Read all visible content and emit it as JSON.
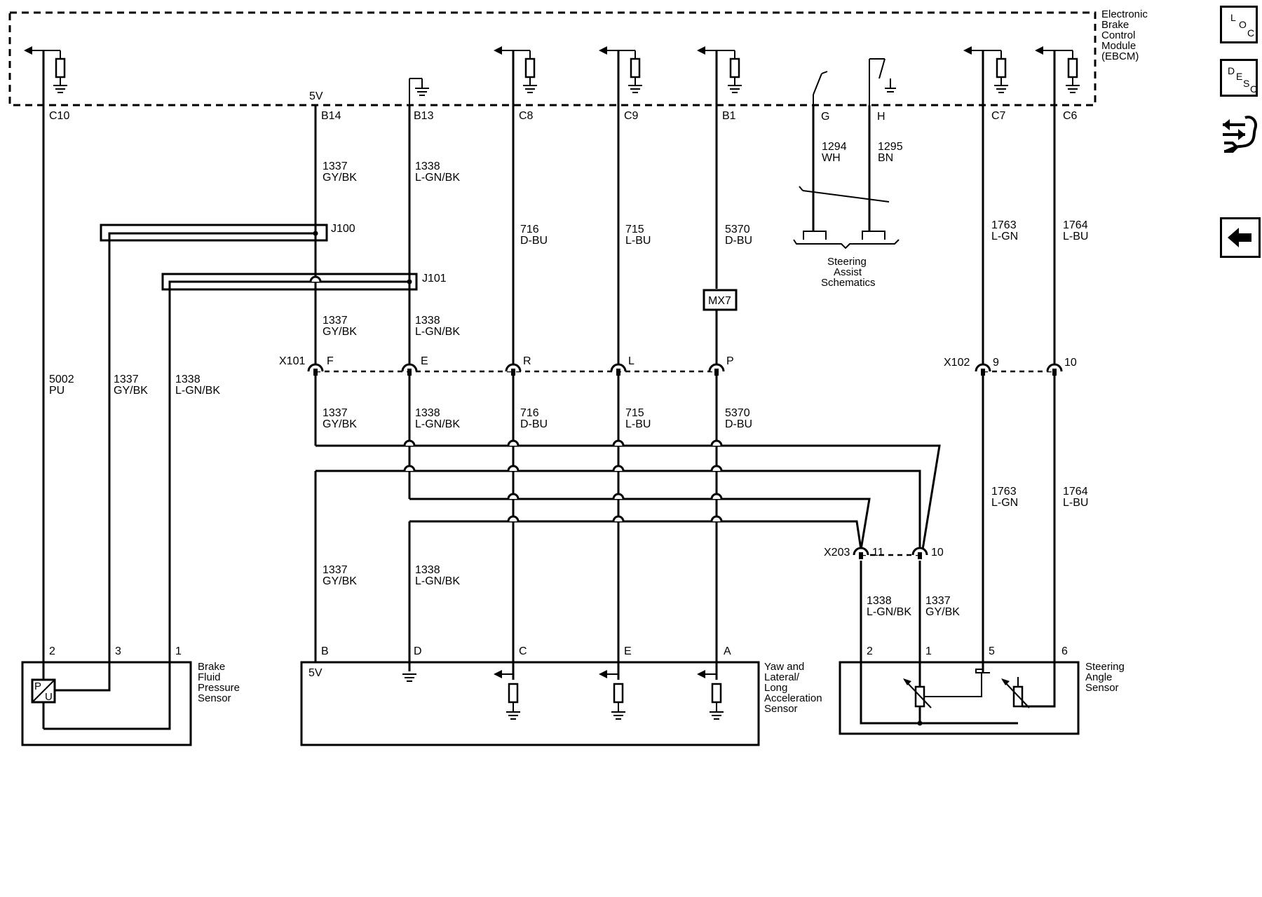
{
  "ebcm": {
    "title_lines": [
      "Electronic",
      "Brake",
      "Control",
      "Module",
      "(EBCM)"
    ]
  },
  "ebcm_pins": [
    {
      "name": "C10"
    },
    {
      "name": "B14",
      "supply": "5V"
    },
    {
      "name": "B13"
    },
    {
      "name": "C8"
    },
    {
      "name": "C9"
    },
    {
      "name": "B1"
    },
    {
      "name": "G"
    },
    {
      "name": "H"
    },
    {
      "name": "C7"
    },
    {
      "name": "C6"
    }
  ],
  "wires": {
    "w1337": [
      "1337",
      "GY/BK"
    ],
    "w1338": [
      "1338",
      "L-GN/BK"
    ],
    "w716": [
      "716",
      "D-BU"
    ],
    "w715": [
      "715",
      "L-BU"
    ],
    "w5370": [
      "5370",
      "D-BU"
    ],
    "w1294": [
      "1294",
      "WH"
    ],
    "w1295": [
      "1295",
      "BN"
    ],
    "w1763": [
      "1763",
      "L-GN"
    ],
    "w1764": [
      "1764",
      "L-BU"
    ],
    "w5002": [
      "5002",
      "PU"
    ]
  },
  "splices": {
    "j100": "J100",
    "j101": "J101"
  },
  "inline": {
    "mx7": "MX7"
  },
  "steering_assist": {
    "lines": [
      "Steering",
      "Assist",
      "Schematics"
    ]
  },
  "connectors": {
    "x101": {
      "name": "X101",
      "pins": [
        "F",
        "E",
        "R",
        "L",
        "P"
      ]
    },
    "x102": {
      "name": "X102",
      "pins": [
        "9",
        "10"
      ]
    },
    "x203": {
      "name": "X203",
      "pins": [
        "11",
        "10"
      ]
    }
  },
  "components": {
    "brake_sensor": {
      "lines": [
        "Brake",
        "Fluid",
        "Pressure",
        "Sensor"
      ],
      "pins": [
        "2",
        "3",
        "1"
      ],
      "symbol_top": "P",
      "symbol_bottom": "U"
    },
    "yaw_sensor": {
      "lines": [
        "Yaw and",
        "Lateral/",
        "Long",
        "Acceleration",
        "Sensor"
      ],
      "pins": [
        "B",
        "D",
        "C",
        "E",
        "A"
      ],
      "supply": "5V"
    },
    "steering_sensor": {
      "lines": [
        "Steering",
        "Angle",
        "Sensor"
      ],
      "pins": [
        "2",
        "1",
        "5",
        "6"
      ]
    }
  },
  "nav": {
    "loc_top": "L",
    "loc_mid": "O",
    "loc_bot": "C",
    "desc_top": "D",
    "desc_mid": "E",
    "desc_s": "S",
    "desc_c": "C"
  }
}
